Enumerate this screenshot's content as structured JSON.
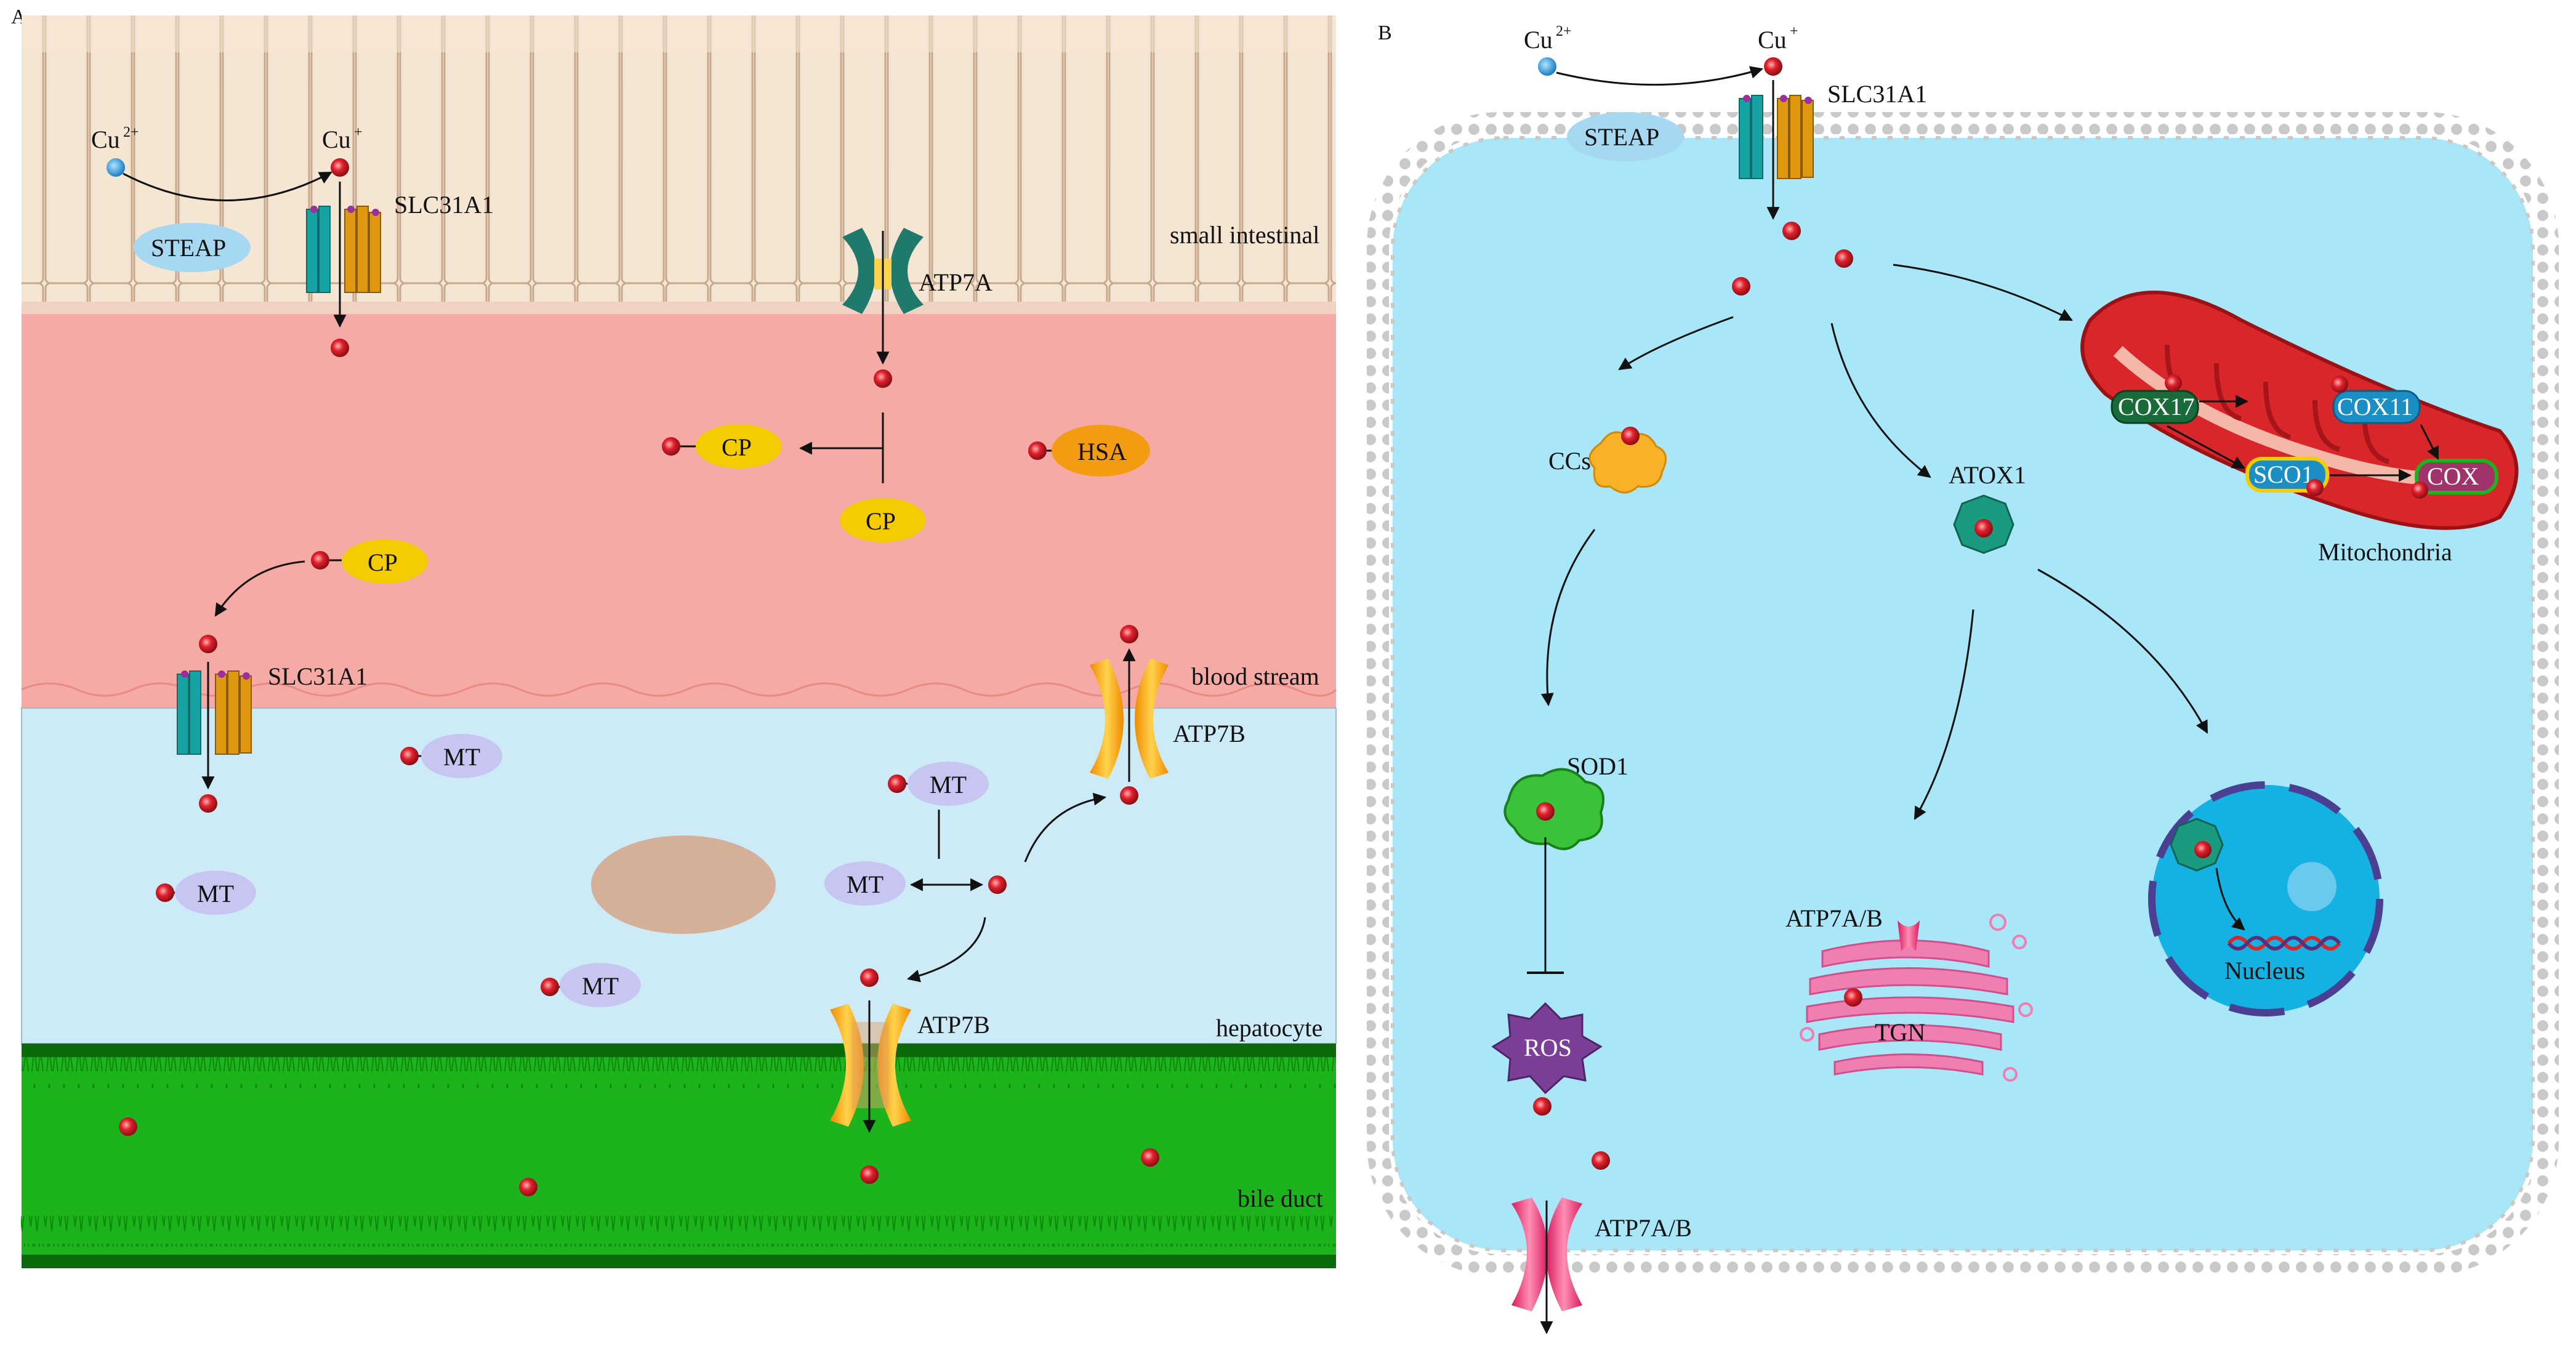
{
  "panels": {
    "a": "A",
    "b": "B"
  },
  "colors": {
    "intestine": "#f5e6d3",
    "blood": "#f5aaa6",
    "hepatocyte": "#cdebf7",
    "bile": "#1db31d",
    "cell": "#a8e6f8",
    "copper": "#e0202c",
    "cu2": "#2aa6e6",
    "cp": "#f4cc00",
    "mt": "#c7c6f2",
    "steap": "#a6d8f2",
    "hsa": "#f39c12",
    "ros": "#7b3f98",
    "mito": "#d8262a"
  },
  "icons": [
    "copper-ion-icon",
    "cupric-ion-icon",
    "transporter-icon",
    "atpase-icon",
    "mitochondrion-icon",
    "nucleus-icon",
    "golgi-icon",
    "ros-icon"
  ],
  "panel_a": {
    "cu2": "Cu",
    "cu2_sup": "2+",
    "cu1": "Cu",
    "cu1_sup": "+",
    "steap": "STEAP",
    "slc31a1_top": "SLC31A1",
    "small_intestinal": "small intestinal",
    "atp7a": "ATP7A",
    "cp1": "CP",
    "cp2": "CP",
    "cp3": "CP",
    "hsa": "HSA",
    "slc31a1_mid": "SLC31A1",
    "blood_stream": "blood stream",
    "atp7b_top": "ATP7B",
    "mt1": "MT",
    "mt2": "MT",
    "mt3": "MT",
    "mt4": "MT",
    "mt5": "MT",
    "hepatocyte": "hepatocyte",
    "atp7b_bottom": "ATP7B",
    "bile_duct": "bile duct"
  },
  "panel_b": {
    "cu2": "Cu",
    "cu2_sup": "2+",
    "cu1": "Cu",
    "cu1_sup": "+",
    "slc31a1": "SLC31A1",
    "steap": "STEAP",
    "ccs": "CCs",
    "atox1": "ATOX1",
    "cox17": "COX17",
    "cox11": "COX11",
    "sco1": "SCO1",
    "cox": "COX",
    "mitochondria": "Mitochondria",
    "sod1": "SOD1",
    "atp7ab_golgi": "ATP7A/B",
    "tgn": "TGN",
    "nucleus": "Nucleus",
    "ros": "ROS",
    "atp7ab_bottom": "ATP7A/B"
  }
}
